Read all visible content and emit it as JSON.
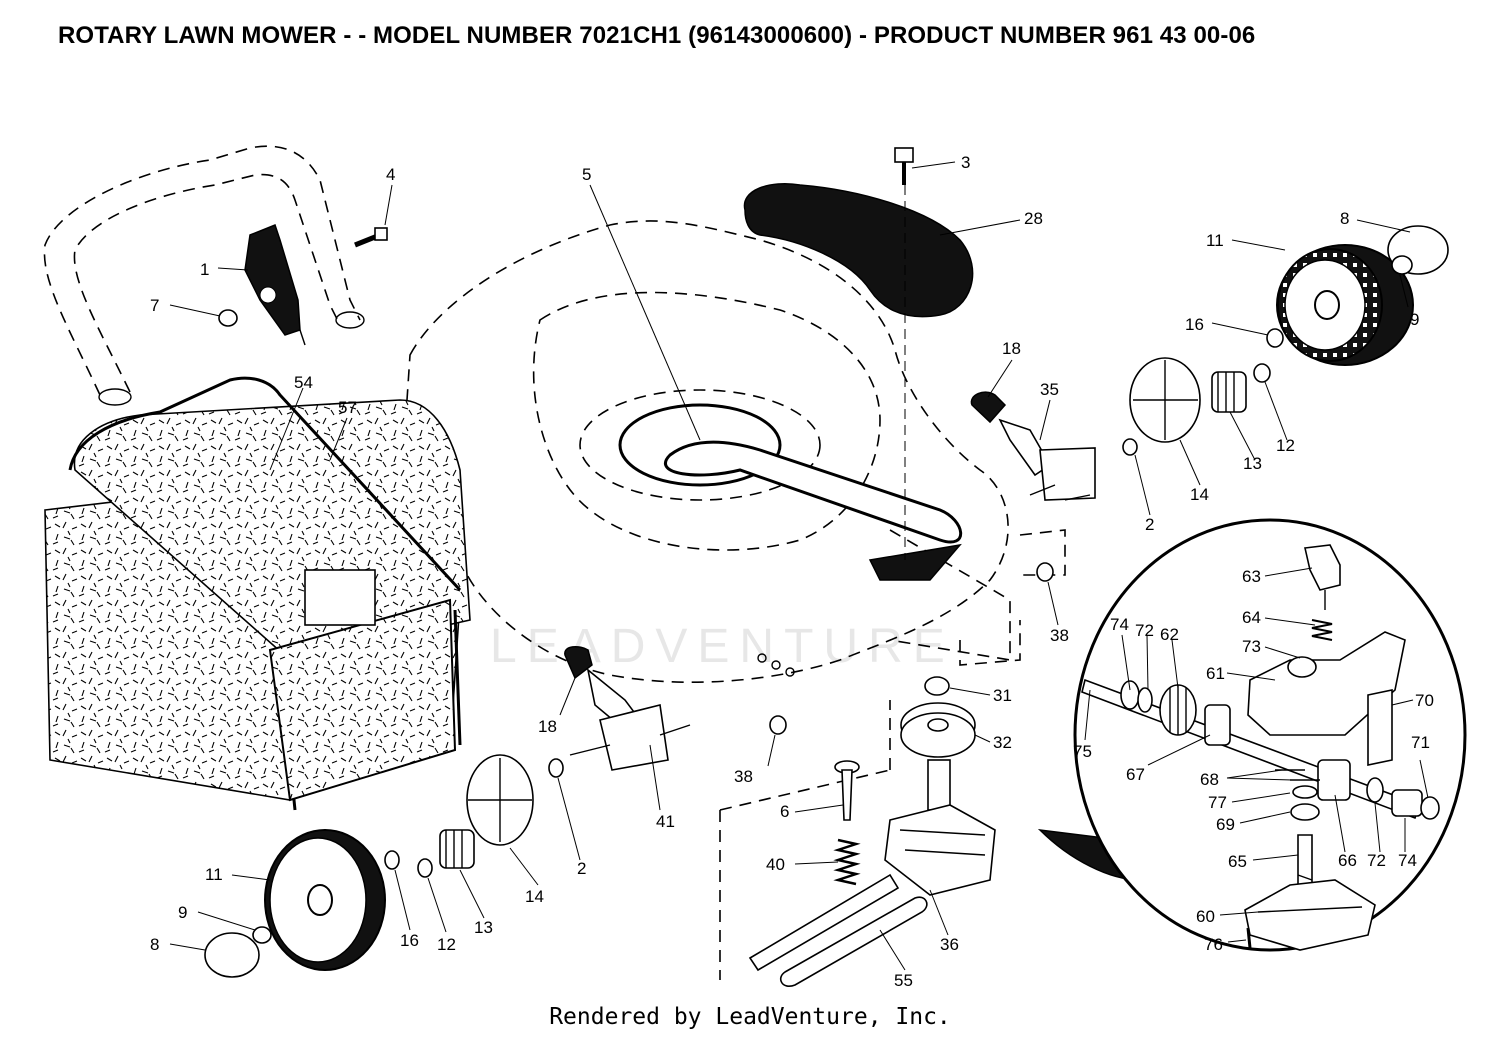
{
  "header": {
    "title": "ROTARY LAWN MOWER - - MODEL NUMBER 7021CH1 (96143000600) - PRODUCT NUMBER 961 43 00-06"
  },
  "watermark": {
    "text": "LEADVENTURE"
  },
  "footer": {
    "text": "Rendered by LeadVenture, Inc."
  },
  "callouts": {
    "c1": "1",
    "c4": "4",
    "c7": "7",
    "c5": "5",
    "c3": "3",
    "c28": "28",
    "c8a": "8",
    "c11a": "11",
    "c9a": "9",
    "c16a": "16",
    "c18a": "18",
    "c35": "35",
    "c12a": "12",
    "c13a": "13",
    "c14a": "14",
    "c2a": "2",
    "c54": "54",
    "c57": "57",
    "c38a": "38",
    "c63": "63",
    "c64": "64",
    "c73": "73",
    "c74a": "74",
    "c72a": "72",
    "c62": "62",
    "c61": "61",
    "c70": "70",
    "c75": "75",
    "c31": "31",
    "c32": "32",
    "c71": "71",
    "c67": "67",
    "c68": "68",
    "c77": "77",
    "c69": "69",
    "c65": "65",
    "c66": "66",
    "c72b": "72",
    "c74b": "74",
    "c60": "60",
    "c76": "76",
    "c18b": "18",
    "c38b": "38",
    "c41": "41",
    "c6": "6",
    "c40": "40",
    "c2b": "2",
    "c14b": "14",
    "c11b": "11",
    "c9b": "9",
    "c8b": "8",
    "c16b": "16",
    "c12b": "12",
    "c13b": "13",
    "c36": "36",
    "c55": "55"
  }
}
